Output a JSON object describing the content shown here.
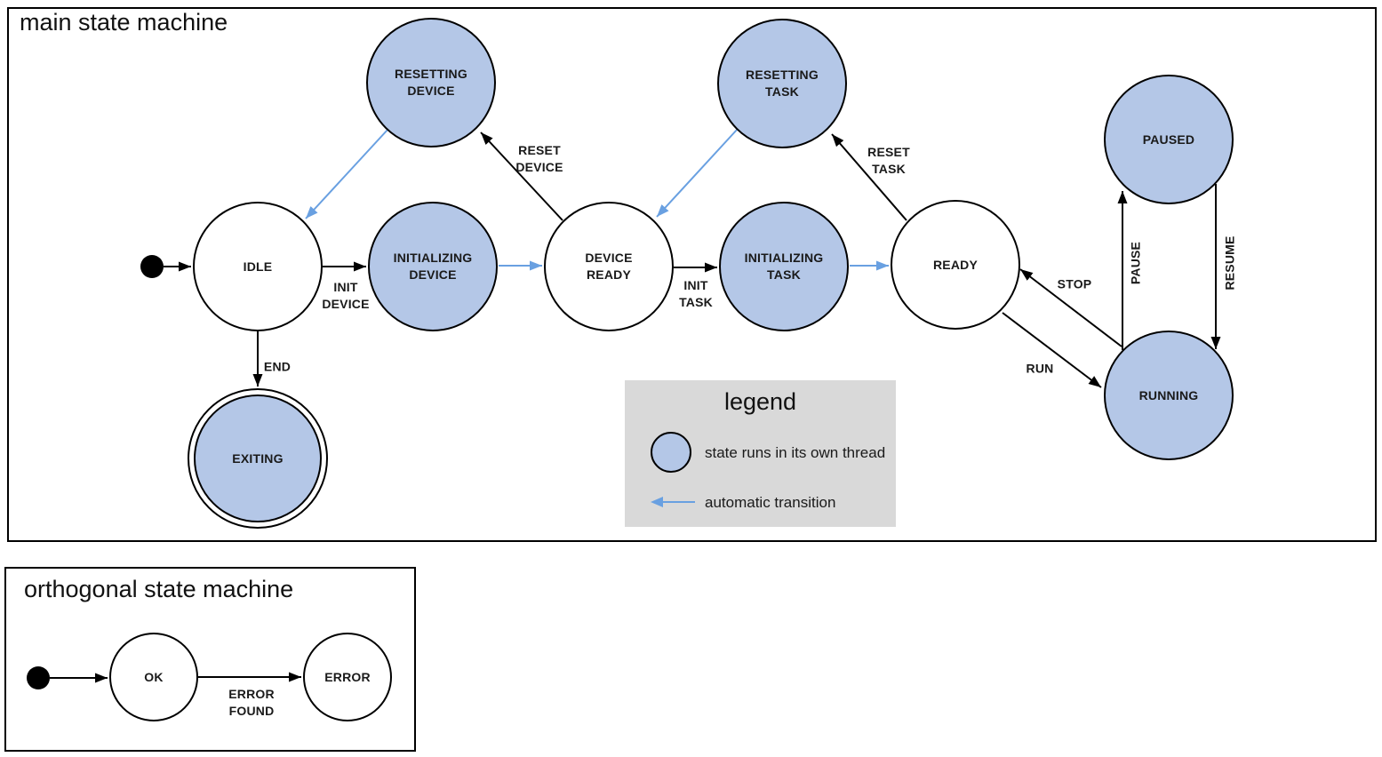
{
  "colors": {
    "threaded_state_fill": "#b4c7e7",
    "automatic_transition": "#69a0e1",
    "legend_background": "#d9d9d9",
    "state_border": "#000000"
  },
  "main_machine": {
    "title": "main state machine",
    "initial_state": "IDLE",
    "final_state": "EXITING",
    "states": {
      "idle": {
        "label": "IDLE",
        "threaded": false
      },
      "resetting_device": {
        "label": "RESETTING\nDEVICE",
        "threaded": true
      },
      "initializing_device": {
        "label": "INITIALIZING\nDEVICE",
        "threaded": true
      },
      "device_ready": {
        "label": "DEVICE\nREADY",
        "threaded": false
      },
      "resetting_task": {
        "label": "RESETTING\nTASK",
        "threaded": true
      },
      "initializing_task": {
        "label": "INITIALIZING\nTASK",
        "threaded": true
      },
      "ready": {
        "label": "READY",
        "threaded": false
      },
      "paused": {
        "label": "PAUSED",
        "threaded": true
      },
      "running": {
        "label": "RUNNING",
        "threaded": true
      },
      "exiting": {
        "label": "EXITING",
        "threaded": true,
        "final_state": true
      }
    },
    "transitions": {
      "init_device": {
        "label": "INIT\nDEVICE",
        "from": "IDLE",
        "to": "INITIALIZING DEVICE",
        "automatic": false
      },
      "reset_device": {
        "label": "RESET\nDEVICE",
        "from": "DEVICE READY",
        "to": "RESETTING DEVICE",
        "automatic": false
      },
      "init_task": {
        "label": "INIT\nTASK",
        "from": "DEVICE READY",
        "to": "INITIALIZING TASK",
        "automatic": false
      },
      "reset_task": {
        "label": "RESET\nTASK",
        "from": "READY",
        "to": "RESETTING TASK",
        "automatic": false
      },
      "run": {
        "label": "RUN",
        "from": "READY",
        "to": "RUNNING",
        "automatic": false
      },
      "stop": {
        "label": "STOP",
        "from": "RUNNING",
        "to": "READY",
        "automatic": false
      },
      "pause": {
        "label": "PAUSE",
        "from": "RUNNING",
        "to": "PAUSED",
        "automatic": false
      },
      "resume": {
        "label": "RESUME",
        "from": "PAUSED",
        "to": "RUNNING",
        "automatic": false
      },
      "end": {
        "label": "END",
        "from": "IDLE",
        "to": "EXITING",
        "automatic": false
      }
    },
    "automatic_transitions": [
      {
        "from": "RESETTING DEVICE",
        "to": "IDLE"
      },
      {
        "from": "INITIALIZING DEVICE",
        "to": "DEVICE READY"
      },
      {
        "from": "RESETTING TASK",
        "to": "DEVICE READY"
      },
      {
        "from": "INITIALIZING TASK",
        "to": "READY"
      }
    ]
  },
  "legend": {
    "title": "legend",
    "items": [
      {
        "symbol": "threaded-state-circle",
        "label": "state runs in its own thread"
      },
      {
        "symbol": "automatic-transition-arrow",
        "label": "automatic transition"
      }
    ]
  },
  "orthogonal_machine": {
    "title": "orthogonal state machine",
    "initial_state": "OK",
    "states": {
      "ok": {
        "label": "OK",
        "threaded": false
      },
      "error": {
        "label": "ERROR",
        "threaded": false
      }
    },
    "transitions": {
      "error_found": {
        "label": "ERROR\nFOUND",
        "from": "OK",
        "to": "ERROR",
        "automatic": false
      }
    }
  }
}
